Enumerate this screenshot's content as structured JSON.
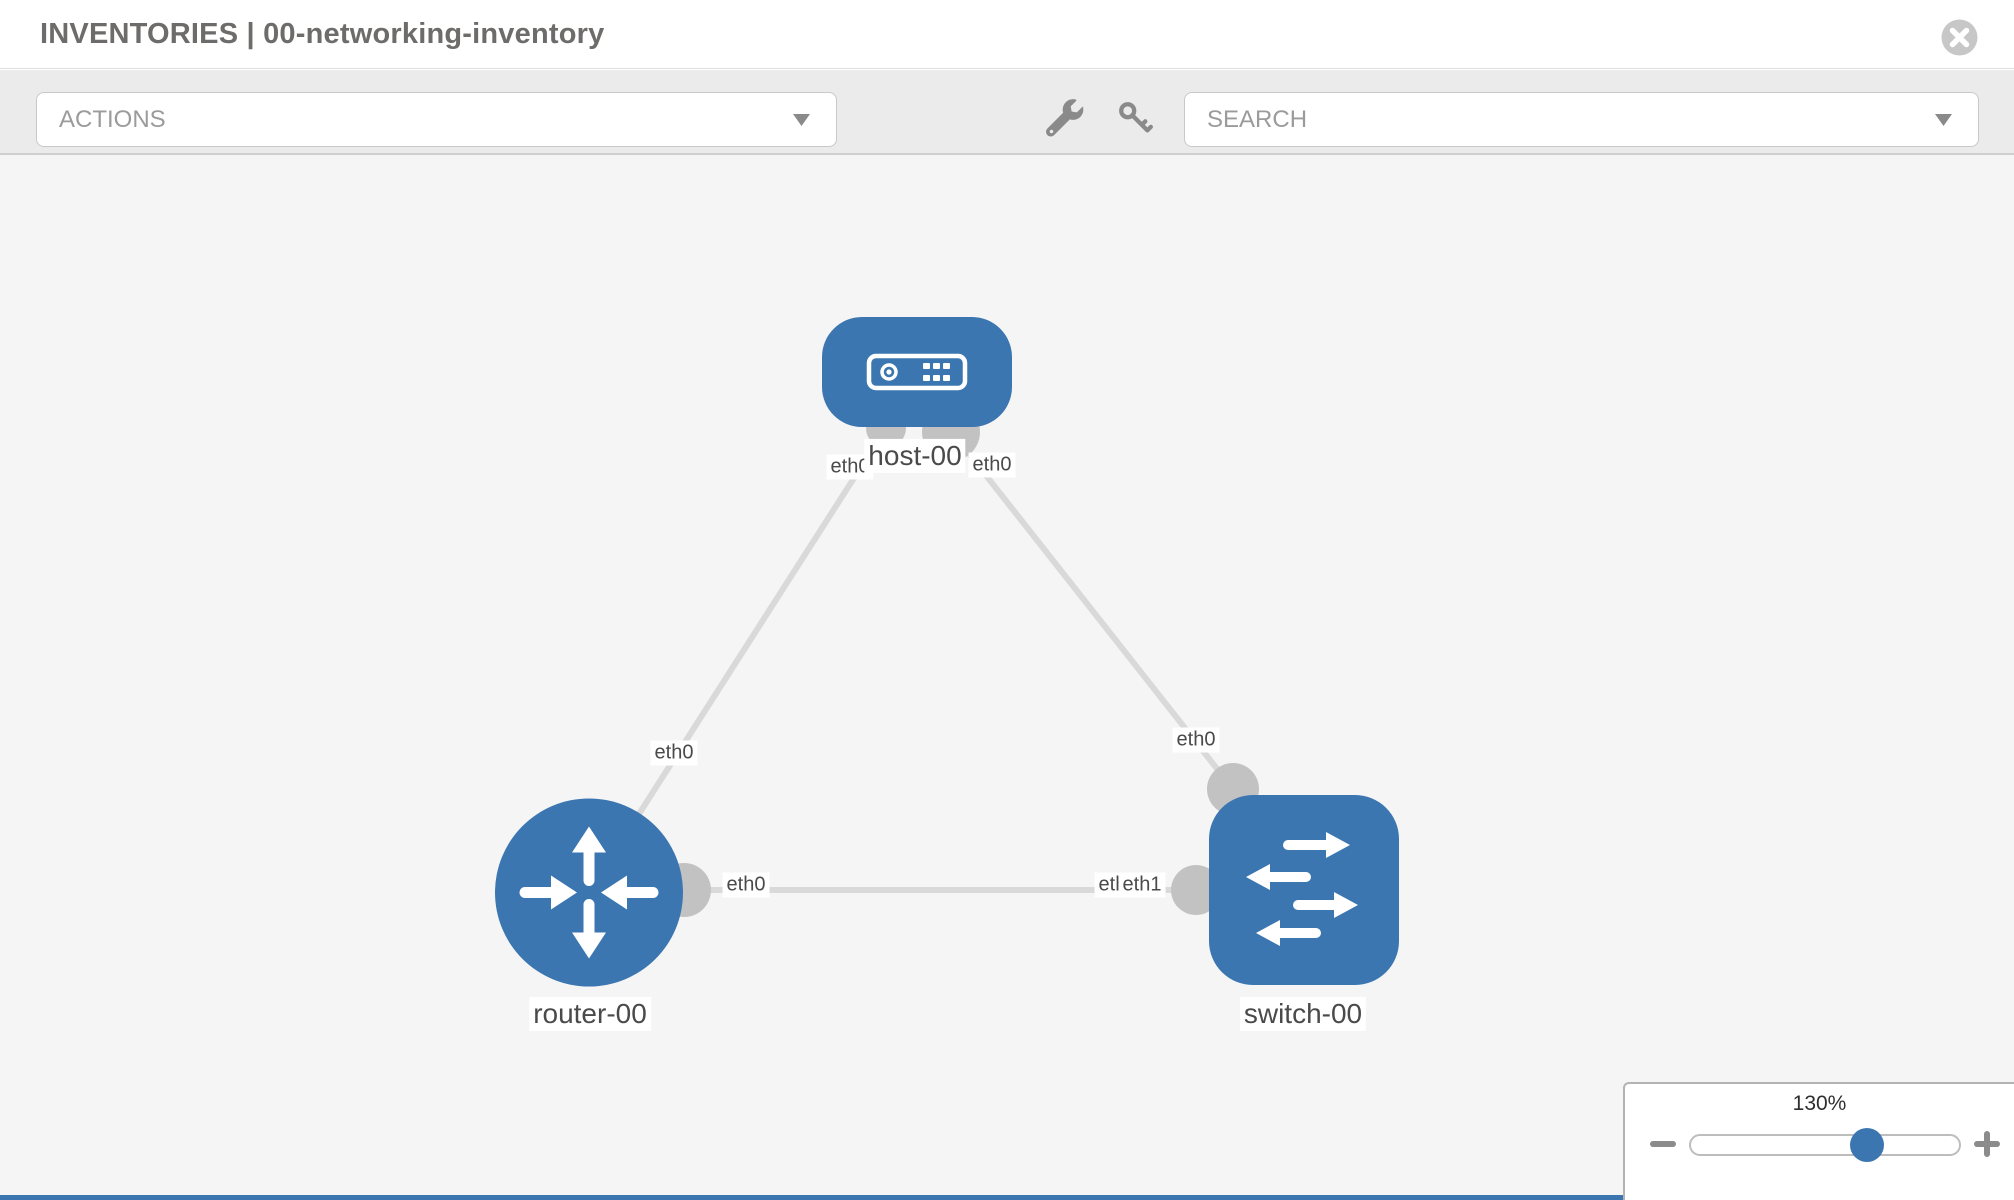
{
  "header": {
    "title": "INVENTORIES | 00-networking-inventory"
  },
  "toolbar": {
    "actions_label": "ACTIONS",
    "search_label": "SEARCH",
    "icons": [
      "wrench",
      "key"
    ]
  },
  "topology": {
    "nodes": [
      {
        "label": "host-00",
        "type": "host"
      },
      {
        "label": "router-00",
        "type": "router"
      },
      {
        "label": "switch-00",
        "type": "switch"
      }
    ],
    "links": [
      {
        "from": "host-00",
        "from_if": "eth0",
        "to": "router-00",
        "to_if": "eth0"
      },
      {
        "from": "host-00",
        "from_if": "eth0",
        "to": "switch-00",
        "to_if": "eth0"
      },
      {
        "from": "router-00",
        "from_if": "eth0",
        "to": "switch-00",
        "to_if": "eth1"
      }
    ],
    "labels": {
      "host": "host-00",
      "router": "router-00",
      "switch": "switch-00",
      "host_if_left": "eth0",
      "host_if_right": "eth0",
      "router_if_top": "eth0",
      "router_if_right": "eth0",
      "switch_if_top": "eth0",
      "switch_if_left_under": "eth0",
      "switch_if_left_over": "eth1"
    }
  },
  "zoom_control": {
    "level": "130%"
  },
  "colors": {
    "node_blue": "#3b76b1",
    "link_gray": "#d9d9d9",
    "connector_gray": "#c2c2c2",
    "canvas_bg": "#f5f5f5",
    "toolbar_bg": "#ebebeb",
    "icon_gray": "#8a8a8a",
    "title_gray": "#6d6c6a",
    "label_text": "#4a4a4a",
    "placeholder_gray": "#9b9b9b",
    "footer_blue": "#3b76b1"
  }
}
